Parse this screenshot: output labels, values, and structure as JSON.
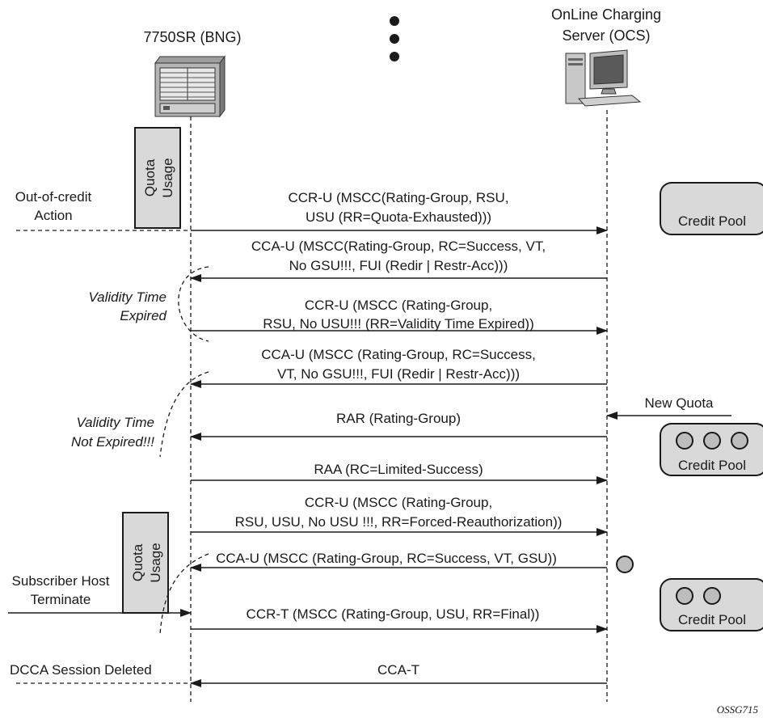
{
  "nodes": {
    "bng_label": "7750SR (BNG)",
    "ocs_label_line1": "OnLine Charging",
    "ocs_label_line2": "Server (OCS)"
  },
  "quota": {
    "label_line1": "Quota",
    "label_line2": "Usage"
  },
  "side_labels": {
    "out_of_credit_line1": "Out-of-credit",
    "out_of_credit_line2": "Action",
    "validity_expired_line1": "Validity Time",
    "validity_expired_line2": "Expired",
    "validity_not_expired_line1": "Validity Time",
    "validity_not_expired_line2": "Not Expired!!!",
    "subscriber_line1": "Subscriber Host",
    "subscriber_line2": "Terminate",
    "dcca_deleted": "DCCA Session Deleted",
    "new_quota": "New Quota"
  },
  "credit_pool_label": "Credit Pool",
  "messages": [
    {
      "line1": "CCR-U (MSCC(Rating-Group, RSU,",
      "line2": "USU (RR=Quota-Exhausted)))",
      "direction": "to-ocs"
    },
    {
      "line1": "CCA-U (MSCC(Rating-Group, RC=Success, VT,",
      "line2": "No GSU!!!, FUI (Redir | Restr-Acc)))",
      "direction": "to-bng"
    },
    {
      "line1": "CCR-U (MSCC (Rating-Group,",
      "line2": "RSU, No USU!!! (RR=Validity Time Expired))",
      "direction": "to-ocs"
    },
    {
      "line1": "CCA-U (MSCC (Rating-Group, RC=Success,",
      "line2": "VT, No GSU!!!, FUI (Redir | Restr-Acc)))",
      "direction": "to-bng"
    },
    {
      "line1": "RAR (Rating-Group)",
      "direction": "to-bng"
    },
    {
      "line1": "RAA (RC=Limited-Success)",
      "direction": "to-ocs"
    },
    {
      "line1": "CCR-U (MSCC (Rating-Group,",
      "line2": "RSU, USU, No USU !!!, RR=Forced-Reauthorization))",
      "direction": "to-ocs"
    },
    {
      "line1": "CCA-U (MSCC (Rating-Group, RC=Success, VT, GSU))",
      "direction": "to-bng"
    },
    {
      "line1": "CCR-T (MSCC (Rating-Group, USU, RR=Final))",
      "direction": "to-ocs"
    },
    {
      "line1": "CCA-T",
      "direction": "to-bng"
    }
  ],
  "figure_tag": "OSSG715",
  "colors": {
    "box_fill": "#d9d9d9",
    "coin_fill": "#bdbdbd",
    "line": "#1a1a1a"
  }
}
